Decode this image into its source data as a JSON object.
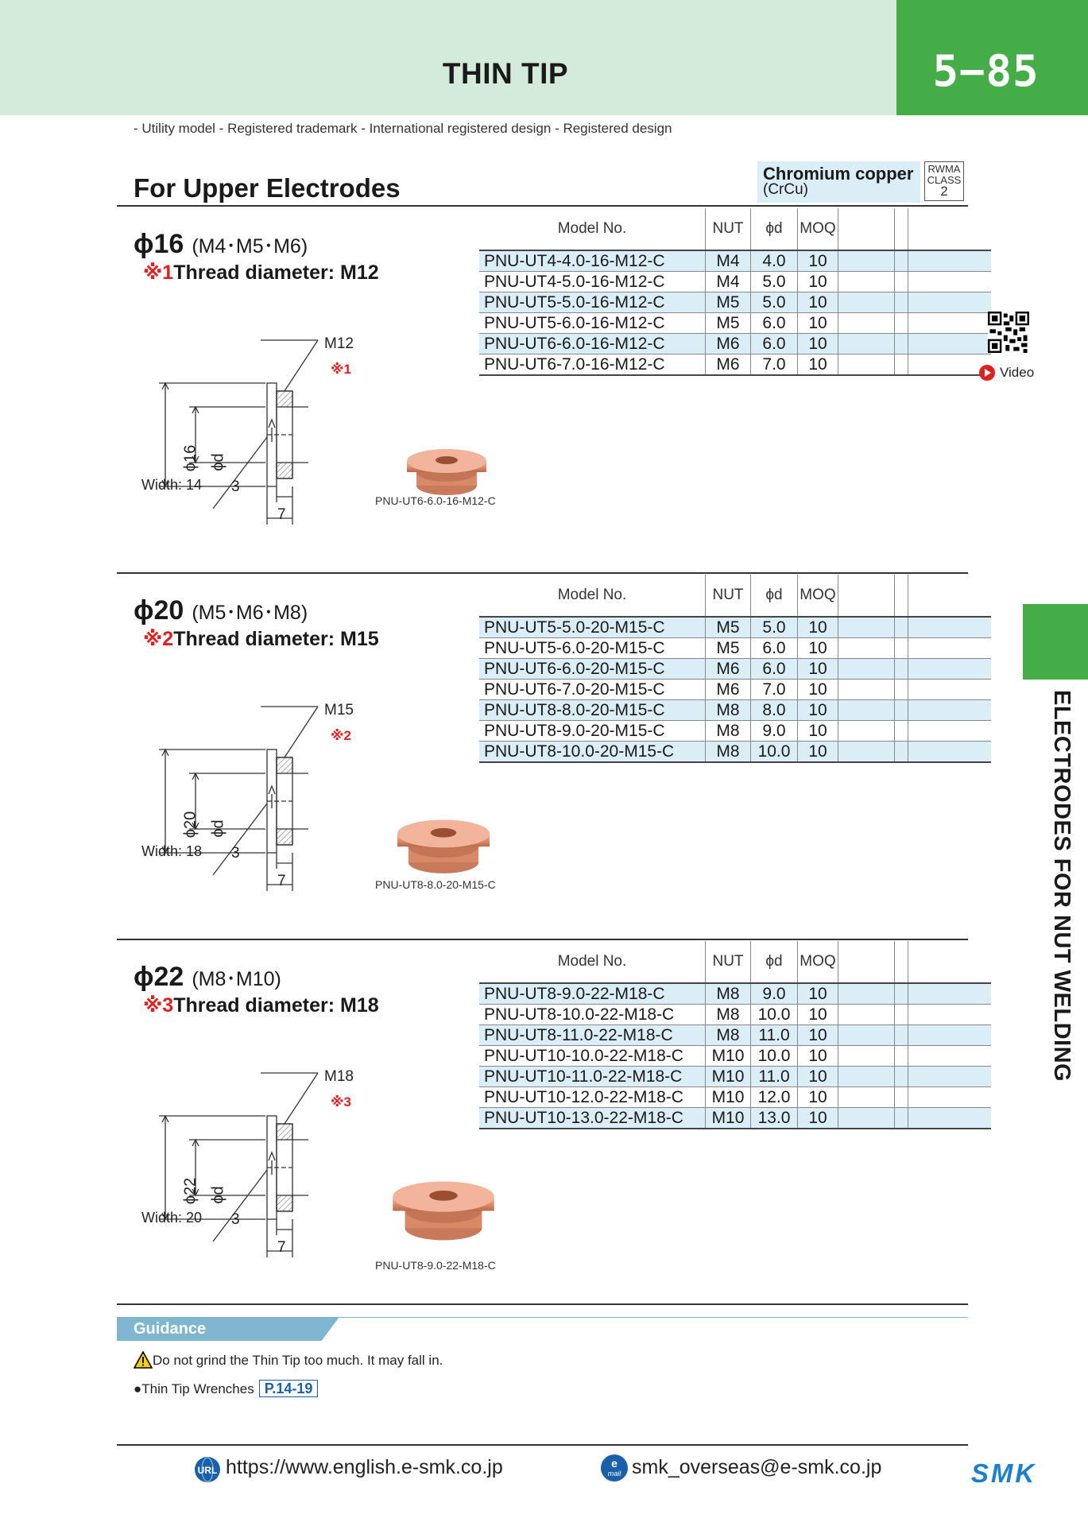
{
  "header": {
    "title": "THIN TIP",
    "page_number": "5−85"
  },
  "legend": "- Utility model  - Registered trademark  - International registered design  - Registered design",
  "section_title": "For Upper Electrodes",
  "material": {
    "name": "Chromium copper",
    "sub": "(CrCu)",
    "rwma_line1": "RWMA",
    "rwma_line2": "CLASS",
    "rwma_class": "2"
  },
  "video_label": "Video",
  "table_headers": {
    "model": "Model No.",
    "nut": "NUT",
    "dia": "ϕd",
    "moq": "MOQ"
  },
  "sections": [
    {
      "title": "ϕ16",
      "sizes": "(M4･M5･M6)",
      "note_mark": "※1",
      "note": "Thread diameter: M12",
      "thread_label": "M12",
      "outer_dia_label": "ϕ16",
      "inner_dia_label": "ϕd",
      "width_label": "Width: 14",
      "dim_3": "3",
      "dim_7": "7",
      "photo_caption": "PNU-UT6-6.0-16-M12-C",
      "rows": [
        {
          "model": "PNU-UT4-4.0-16-M12-C",
          "nut": "M4",
          "dia": "4.0",
          "moq": "10"
        },
        {
          "model": "PNU-UT4-5.0-16-M12-C",
          "nut": "M4",
          "dia": "5.0",
          "moq": "10"
        },
        {
          "model": "PNU-UT5-5.0-16-M12-C",
          "nut": "M5",
          "dia": "5.0",
          "moq": "10"
        },
        {
          "model": "PNU-UT5-6.0-16-M12-C",
          "nut": "M5",
          "dia": "6.0",
          "moq": "10"
        },
        {
          "model": "PNU-UT6-6.0-16-M12-C",
          "nut": "M6",
          "dia": "6.0",
          "moq": "10"
        },
        {
          "model": "PNU-UT6-7.0-16-M12-C",
          "nut": "M6",
          "dia": "7.0",
          "moq": "10"
        }
      ]
    },
    {
      "title": "ϕ20",
      "sizes": "(M5･M6･M8)",
      "note_mark": "※2",
      "note": "Thread diameter: M15",
      "thread_label": "M15",
      "outer_dia_label": "ϕ20",
      "inner_dia_label": "ϕd",
      "width_label": "Width: 18",
      "dim_3": "3",
      "dim_7": "7",
      "photo_caption": "PNU-UT8-8.0-20-M15-C",
      "rows": [
        {
          "model": "PNU-UT5-5.0-20-M15-C",
          "nut": "M5",
          "dia": "5.0",
          "moq": "10"
        },
        {
          "model": "PNU-UT5-6.0-20-M15-C",
          "nut": "M5",
          "dia": "6.0",
          "moq": "10"
        },
        {
          "model": "PNU-UT6-6.0-20-M15-C",
          "nut": "M6",
          "dia": "6.0",
          "moq": "10"
        },
        {
          "model": "PNU-UT6-7.0-20-M15-C",
          "nut": "M6",
          "dia": "7.0",
          "moq": "10"
        },
        {
          "model": "PNU-UT8-8.0-20-M15-C",
          "nut": "M8",
          "dia": "8.0",
          "moq": "10"
        },
        {
          "model": "PNU-UT8-9.0-20-M15-C",
          "nut": "M8",
          "dia": "9.0",
          "moq": "10"
        },
        {
          "model": "PNU-UT8-10.0-20-M15-C",
          "nut": "M8",
          "dia": "10.0",
          "moq": "10"
        }
      ]
    },
    {
      "title": "ϕ22",
      "sizes": "(M8･M10)",
      "note_mark": "※3",
      "note": "Thread diameter: M18",
      "thread_label": "M18",
      "outer_dia_label": "ϕ22",
      "inner_dia_label": "ϕd",
      "width_label": "Width: 20",
      "dim_3": "3",
      "dim_7": "7",
      "photo_caption": "PNU-UT8-9.0-22-M18-C",
      "rows": [
        {
          "model": "PNU-UT8-9.0-22-M18-C",
          "nut": "M8",
          "dia": "9.0",
          "moq": "10"
        },
        {
          "model": "PNU-UT8-10.0-22-M18-C",
          "nut": "M8",
          "dia": "10.0",
          "moq": "10"
        },
        {
          "model": "PNU-UT8-11.0-22-M18-C",
          "nut": "M8",
          "dia": "11.0",
          "moq": "10"
        },
        {
          "model": "PNU-UT10-10.0-22-M18-C",
          "nut": "M10",
          "dia": "10.0",
          "moq": "10"
        },
        {
          "model": "PNU-UT10-11.0-22-M18-C",
          "nut": "M10",
          "dia": "11.0",
          "moq": "10"
        },
        {
          "model": "PNU-UT10-12.0-22-M18-C",
          "nut": "M10",
          "dia": "12.0",
          "moq": "10"
        },
        {
          "model": "PNU-UT10-13.0-22-M18-C",
          "nut": "M10",
          "dia": "13.0",
          "moq": "10"
        }
      ]
    }
  ],
  "side_label": "ELECTRODES FOR NUT WELDING",
  "guidance": {
    "title": "Guidance",
    "warning_icon": "warning-triangle-icon",
    "warning": "Do not grind the Thin Tip too much. It may fall in.",
    "bullet": "●",
    "wrench_text": "Thin Tip Wrenches",
    "wrench_ref": "P.14-19"
  },
  "footer": {
    "url": "https://www.english.e-smk.co.jp",
    "url_icon_text": "URL",
    "email": "smk_overseas@e-smk.co.jp",
    "mail_icon_text": "mail",
    "logo_text": "SMK"
  },
  "colors": {
    "header_bg": "#d4eadb",
    "accent_green": "#45ad47",
    "row_shade": "#dbeef8",
    "note_red": "#e02020",
    "link_blue": "#1b5fa8",
    "guidance_blue": "#7fb5cf"
  }
}
